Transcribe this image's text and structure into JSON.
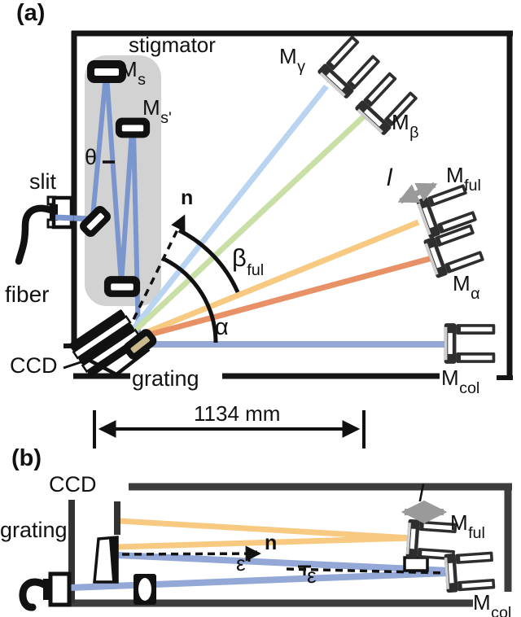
{
  "panel_a": {
    "tag": "(a)",
    "stigmator_label": "stigmator",
    "slit_label": "slit",
    "fiber_label": "fiber",
    "ccd_label": "CCD",
    "grating_label": "grating",
    "normal_label": "n",
    "theta_label": "θ",
    "alpha_label": "α",
    "beta_ful": {
      "base": "β",
      "sub": "ful"
    },
    "length_label": "l",
    "dimension_label": "1134 mm",
    "mirrors": {
      "ms": {
        "base": "M",
        "sub": "s"
      },
      "ms_prime": {
        "base": "M",
        "sub": "s'"
      },
      "m_gamma": {
        "base": "M",
        "sub": "γ"
      },
      "m_beta": {
        "base": "M",
        "sub": "β"
      },
      "m_ful": {
        "base": "M",
        "sub": "ful"
      },
      "m_alpha": {
        "base": "M",
        "sub": "α"
      },
      "m_col": {
        "base": "M",
        "sub": "col"
      }
    }
  },
  "panel_b": {
    "tag": "(b)",
    "ccd_label": "CCD",
    "grating_label": "grating",
    "normal_label": "n",
    "epsilon_upper_label": "ε",
    "epsilon_lower_label": "ε",
    "length_label": "l",
    "m_ful": {
      "base": "M",
      "sub": "ful"
    },
    "m_col": {
      "base": "M",
      "sub": "col"
    }
  },
  "colors": {
    "beam_blue": "#93a8d6",
    "beam_light_blue": "#b9d4f0",
    "beam_green": "#c9dfa5",
    "beam_orange": "#f7c981",
    "beam_red_orange": "#e89066",
    "beam_stigmator_blue": "#7b96cc",
    "stigmator_bg": "#d2d2d2",
    "translation_arrow_gray": "#9a9a9a",
    "enclosure_a": "#151515",
    "enclosure_b": "#3d3d3d"
  }
}
